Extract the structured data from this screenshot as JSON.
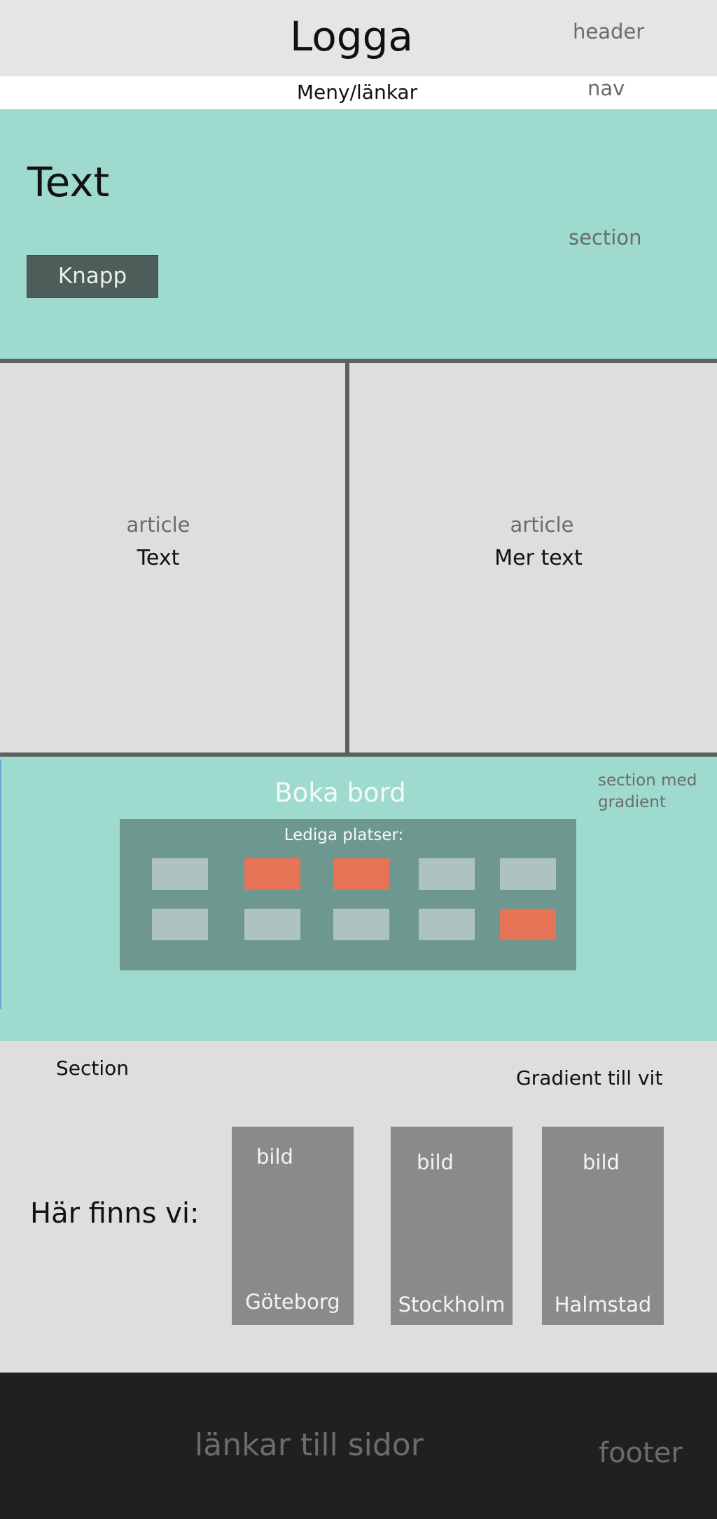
{
  "header": {
    "logo": "Logga",
    "tag": "header"
  },
  "nav": {
    "links": "Meny/länkar",
    "tag": "nav"
  },
  "hero": {
    "text": "Text",
    "button_label": "Knapp",
    "tag": "section"
  },
  "articles": [
    {
      "tag": "article",
      "text": "Text"
    },
    {
      "tag": "article",
      "text": "Mer text"
    }
  ],
  "booking": {
    "title": "Boka bord",
    "tag_line1": "section med",
    "tag_line2": "gradient",
    "seats_label": "Lediga platser:",
    "seat_rows": [
      [
        "free",
        "taken",
        "taken",
        "free",
        "free"
      ],
      [
        "free",
        "free",
        "free",
        "free",
        "taken"
      ]
    ],
    "colors": {
      "free": "#aec3bf",
      "taken": "#e57456"
    }
  },
  "locations": {
    "tag": "Section",
    "gradient_note": "Gradient till vit",
    "heading": "Här finns vi:",
    "cards": [
      {
        "image_label": "bild",
        "city": "Göteborg"
      },
      {
        "image_label": "bild",
        "city": "Stockholm"
      },
      {
        "image_label": "bild",
        "city": "Halmstad"
      }
    ]
  },
  "footer": {
    "links": "länkar till sidor",
    "tag": "footer"
  },
  "colors": {
    "header_bg": "#e5e5e5",
    "section_bg": "#9fdace",
    "article_bg": "#dedede",
    "button_bg": "#4d5d59",
    "footer_bg": "#202020"
  }
}
